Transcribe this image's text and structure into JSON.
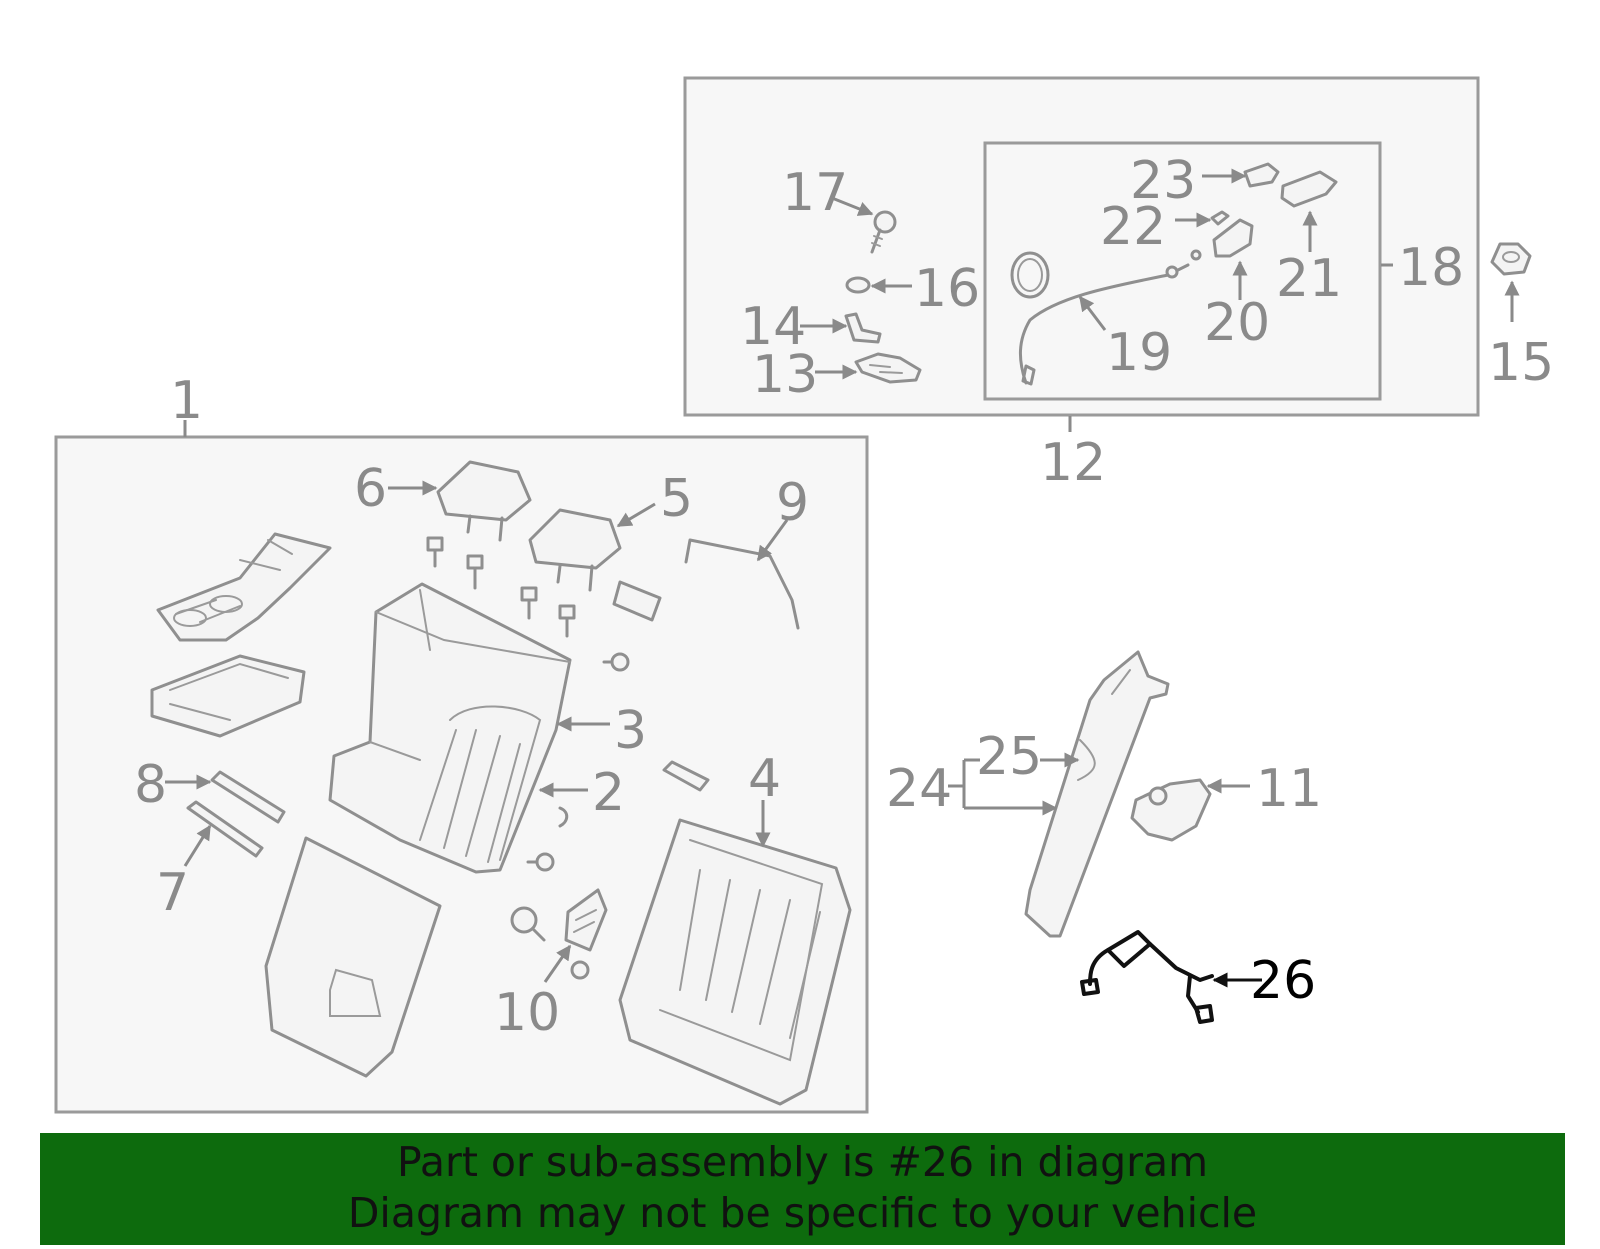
{
  "labels": {
    "p1": "1",
    "p2": "2",
    "p3": "3",
    "p4": "4",
    "p5": "5",
    "p6": "6",
    "p7": "7",
    "p8": "8",
    "p9": "9",
    "p10": "10",
    "p11": "11",
    "p12": "12",
    "p13": "13",
    "p14": "14",
    "p15": "15",
    "p16": "16",
    "p17": "17",
    "p18": "18",
    "p19": "19",
    "p20": "20",
    "p21": "21",
    "p22": "22",
    "p23": "23",
    "p24": "24",
    "p25": "25",
    "p26": "26"
  },
  "highlighted_part": "26",
  "banner": {
    "line1": "Part or sub-assembly is #26 in diagram",
    "line2": "Diagram may not be specific to your vehicle",
    "background_color": "#0d6b0d"
  },
  "colors": {
    "line_art": "#8f8f8f",
    "highlight": "#111111"
  }
}
